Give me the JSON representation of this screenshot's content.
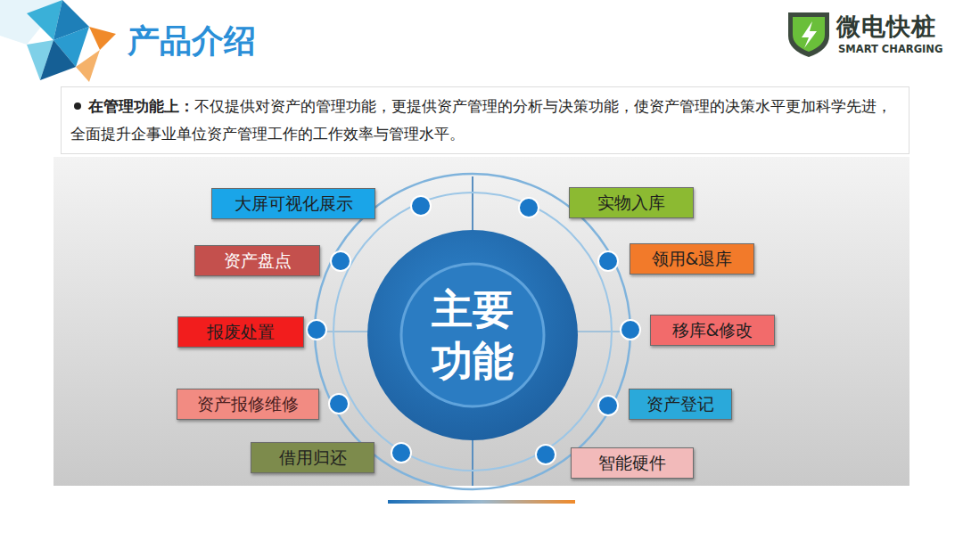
{
  "diagram": {
    "title": "产品介绍",
    "nodes": [
      {
        "text": [
          "在管理功能上：",
          "不仅提供对资产的管理功能，更提供资产管理的分析与决策功能，使资产管理的决策水平更加科学先进，全面提升企事业单位资产管理工作的工作效率与管理水平。"
        ]
      },
      {
        "text": [
          "主要 功能"
        ]
      },
      {
        "text": [
          "大屏可视化展示"
        ]
      },
      {
        "text": [
          "资产盘点"
        ]
      },
      {
        "text": [
          "报废处置"
        ]
      },
      {
        "text": [
          "资产报修维修"
        ]
      },
      {
        "text": [
          "借用归还"
        ]
      },
      {
        "text": [
          "实物入库"
        ]
      },
      {
        "text": [
          "领用&退库"
        ]
      },
      {
        "text": [
          "移库&修改"
        ]
      },
      {
        "text": [
          "资产登记"
        ]
      },
      {
        "text": [
          "智能硬件"
        ]
      }
    ],
    "labels": [
      "微电快桩",
      "SMART CHARGING"
    ]
  }
}
